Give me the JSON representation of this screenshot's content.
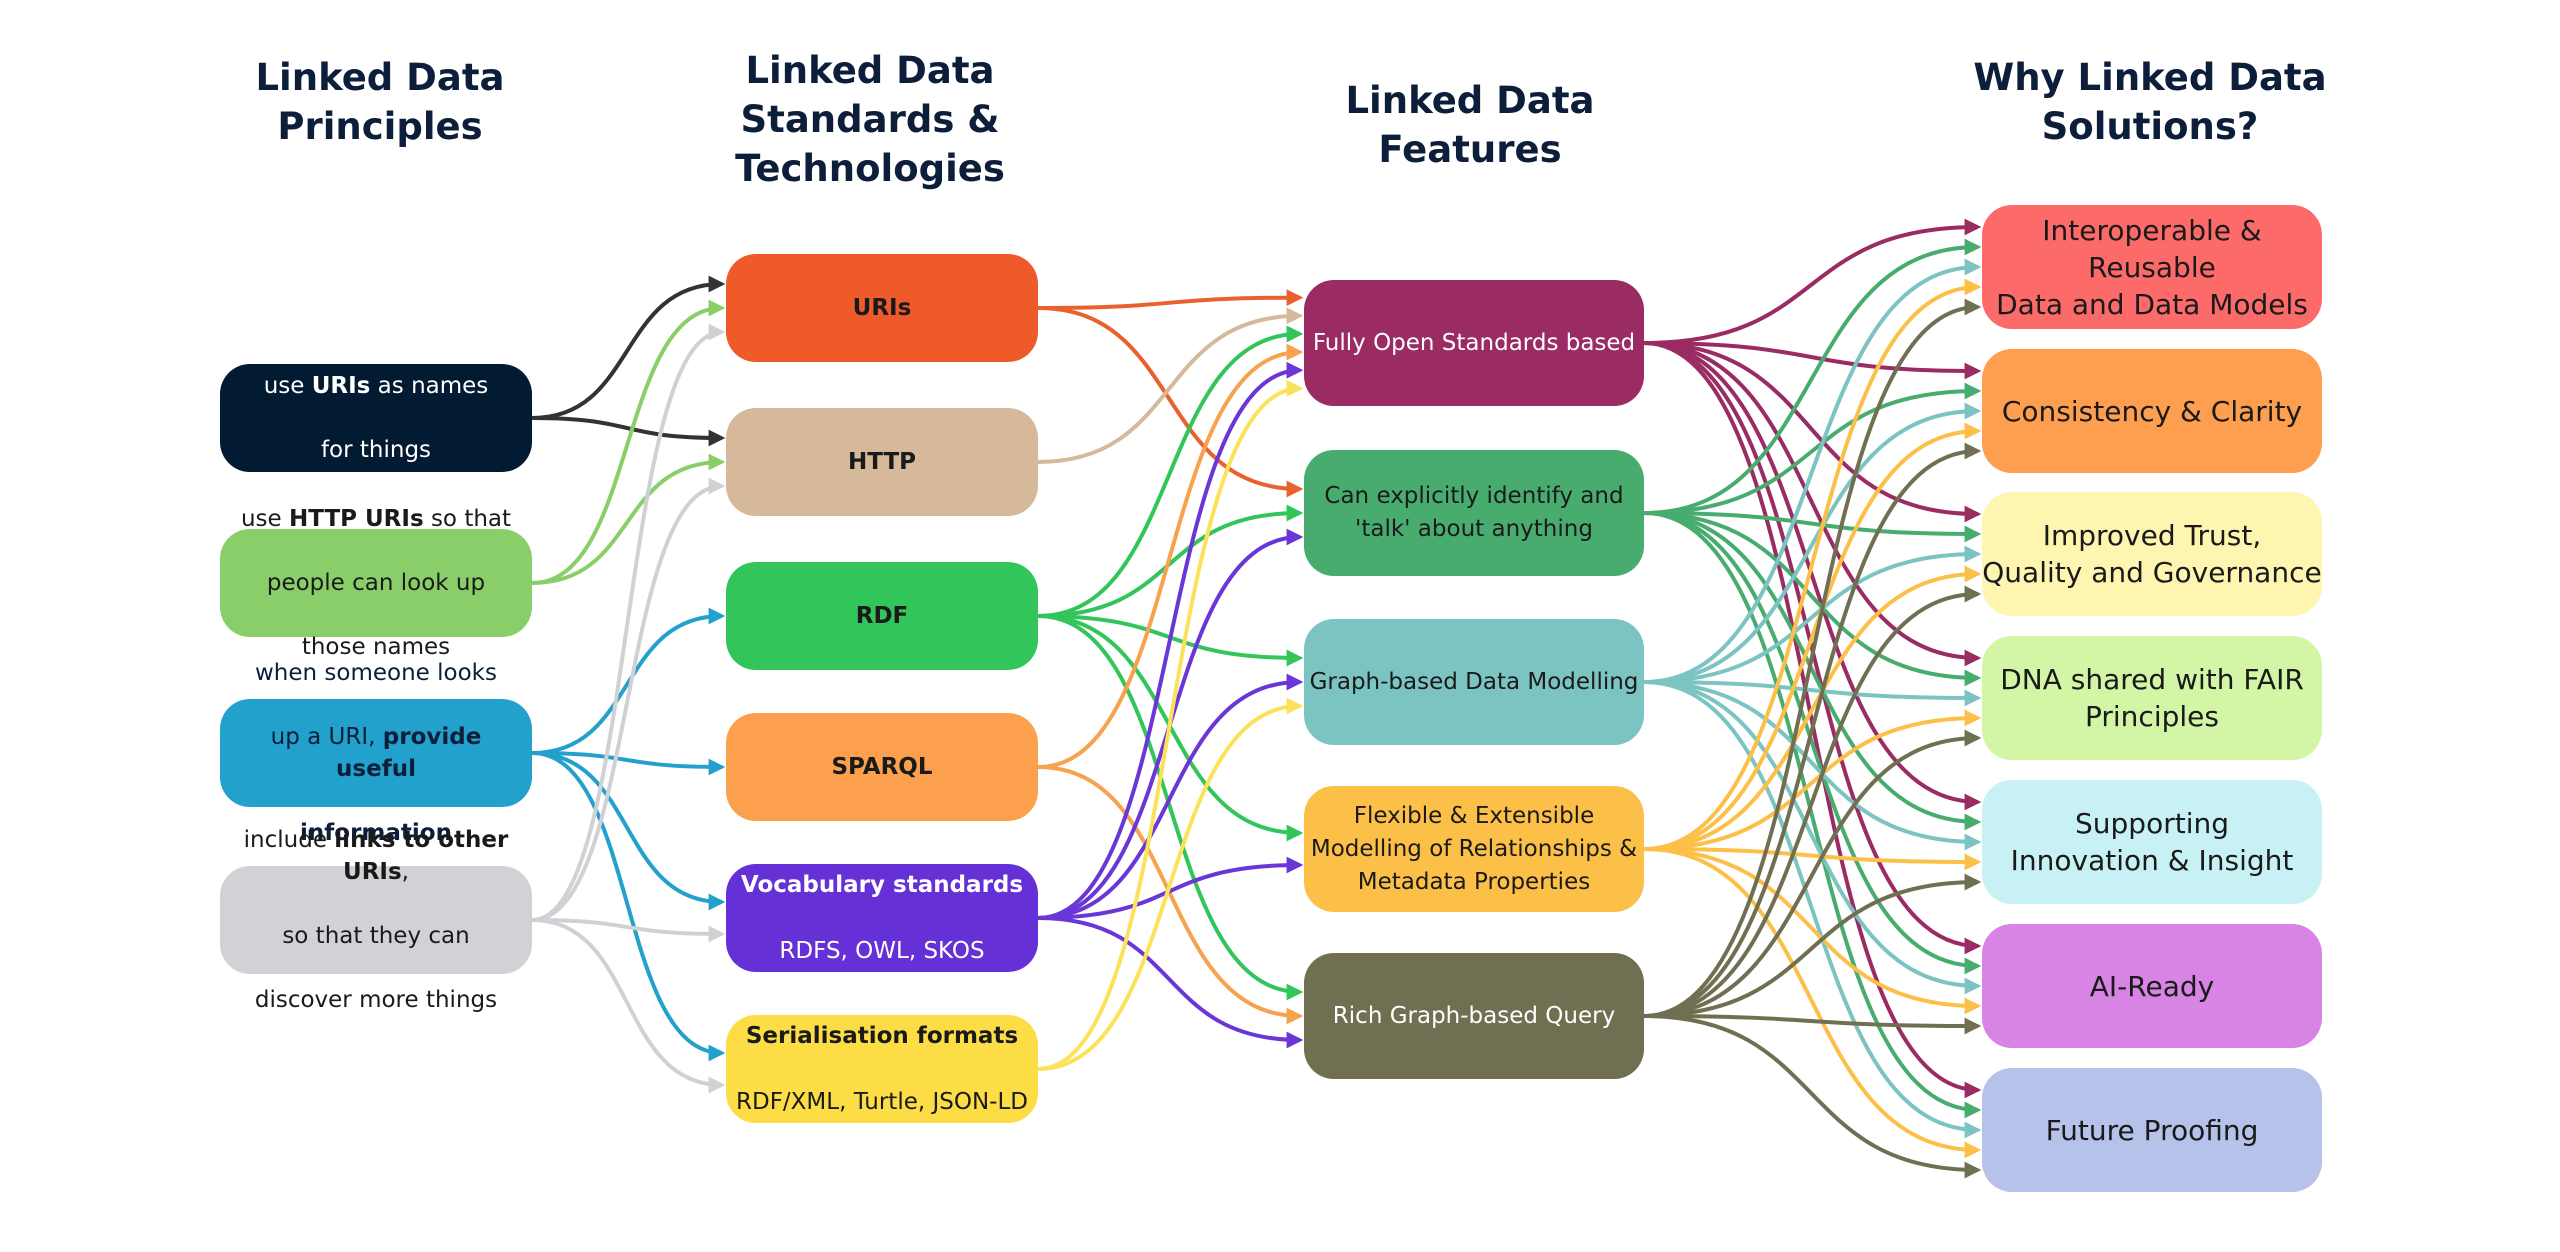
{
  "headings": {
    "principles": "Linked Data\nPrinciples",
    "standards": "Linked Data\nStandards & Technologies",
    "features": "Linked Data Features",
    "why": "Why Linked Data\nSolutions?"
  },
  "principles": [
    {
      "line1_pre": "use ",
      "line1_bold": "URIs",
      "line1_post": " as names",
      "line2": "for things",
      "line3": ""
    },
    {
      "line1_pre": "use ",
      "line1_bold": "HTTP URIs",
      "line1_post": " so that",
      "line2": "people can look up",
      "line3": "those names"
    },
    {
      "line1_pre": "when someone looks",
      "line1_bold": "",
      "line1_post": "",
      "line2_pre": "up a URI, ",
      "line2_bold": "provide useful",
      "line3_bold": "information"
    },
    {
      "line1_pre": "include ",
      "line1_bold": "links to other URIs",
      "line1_post": ",",
      "line2": "so that they can",
      "line3": "discover more things"
    }
  ],
  "standards": [
    {
      "title": "URIs",
      "subtitle": ""
    },
    {
      "title": "HTTP",
      "subtitle": ""
    },
    {
      "title": "RDF",
      "subtitle": ""
    },
    {
      "title": "SPARQL",
      "subtitle": ""
    },
    {
      "title": "Vocabulary standards",
      "subtitle": "RDFS, OWL, SKOS"
    },
    {
      "title": "Serialisation formats",
      "subtitle": "RDF/XML, Turtle, JSON-LD"
    }
  ],
  "features": [
    {
      "label": "Fully Open Standards based"
    },
    {
      "label": "Can explicitly identify and\n'talk' about anything"
    },
    {
      "label": "Graph-based Data Modelling"
    },
    {
      "label": "Flexible & Extensible\nModelling of Relationships &\nMetadata Properties"
    },
    {
      "label": "Rich Graph-based Query"
    }
  ],
  "benefits": [
    {
      "label": "Interoperable & Reusable\nData and Data Models"
    },
    {
      "label": "Consistency & Clarity"
    },
    {
      "label": "Improved Trust,\nQuality and Governance"
    },
    {
      "label": "DNA shared with FAIR\nPrinciples"
    },
    {
      "label": "Supporting\nInnovation & Insight"
    },
    {
      "label": "AI-Ready"
    },
    {
      "label": "Future Proofing"
    }
  ],
  "colors": {
    "principles": [
      "#031a33",
      "#8ace6a",
      "#22a1cc",
      "#d0d2d5"
    ],
    "principles_text": [
      "#ffffff",
      "#1a1a1a",
      "#0d1e3a",
      "#1a1a1a"
    ],
    "principles_wire": [
      "#333333",
      "#8ace6a",
      "#22a1cc",
      "#cfd1d4"
    ],
    "standards": [
      "#ef5a2a",
      "#d6b89a",
      "#31c55a",
      "#fca04d",
      "#6530d6",
      "#fcdd45"
    ],
    "standards_text": [
      "#1a1a1a",
      "#1a1a1a",
      "#1a1a1a",
      "#1a1a1a",
      "#ffffff",
      "#1a1a1a"
    ],
    "standards_wire": [
      "#e8612f",
      "#d6b89a",
      "#31c55a",
      "#f7a24e",
      "#6a36d6",
      "#fce25a"
    ],
    "features": [
      "#9a2b63",
      "#48ac6e",
      "#7bc4c2",
      "#fcc048",
      "#706f52"
    ],
    "features_text": [
      "#ffffff",
      "#1a1a1a",
      "#1a1a1a",
      "#1a1a1a",
      "#ffffff"
    ],
    "features_wire": [
      "#9a2b63",
      "#48ac6e",
      "#7bc4c2",
      "#fcc048",
      "#706f52"
    ],
    "benefits": [
      "#fd6a6a",
      "#fd9f4e",
      "#fef5b0",
      "#d2f5a6",
      "#c8f1f5",
      "#d884e5",
      "#b6c2e9"
    ],
    "benefits_text": "#1a1a1a"
  },
  "links": {
    "principles_to_standards": [
      [
        0,
        0
      ],
      [
        0,
        1
      ],
      [
        1,
        0
      ],
      [
        1,
        1
      ],
      [
        2,
        2
      ],
      [
        2,
        3
      ],
      [
        2,
        4
      ],
      [
        2,
        5
      ],
      [
        3,
        0
      ],
      [
        3,
        1
      ],
      [
        3,
        4
      ],
      [
        3,
        5
      ]
    ],
    "standards_to_features": [
      [
        0,
        0
      ],
      [
        0,
        1
      ],
      [
        1,
        0
      ],
      [
        2,
        0
      ],
      [
        2,
        1
      ],
      [
        2,
        2
      ],
      [
        2,
        3
      ],
      [
        2,
        4
      ],
      [
        3,
        0
      ],
      [
        3,
        4
      ],
      [
        4,
        0
      ],
      [
        4,
        1
      ],
      [
        4,
        2
      ],
      [
        4,
        3
      ],
      [
        4,
        4
      ],
      [
        5,
        0
      ],
      [
        5,
        2
      ]
    ],
    "features_to_benefits": "all"
  }
}
